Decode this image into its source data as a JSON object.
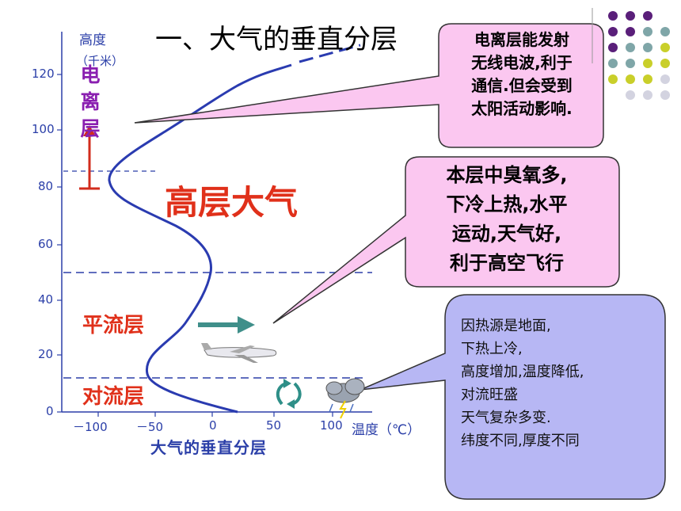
{
  "title": "一、大气的垂直分层",
  "axes": {
    "y_title": "高度",
    "y_unit": "（千米）",
    "y_ticks": [
      "120",
      "100",
      "80",
      "60",
      "40",
      "20",
      "0"
    ],
    "x_ticks": [
      "－100",
      "－50",
      "0",
      "50",
      "100"
    ],
    "x_title": "温度（℃）"
  },
  "caption": "大气的垂直分层",
  "layers": {
    "ionosphere": "电离层",
    "upper": "高层大气",
    "stratosphere": "平流层",
    "troposphere": "对流层"
  },
  "callouts": {
    "ionosphere": [
      "电离层能发射",
      "无线电波,利于",
      "通信.但会受到",
      "太阳活动影响."
    ],
    "stratosphere": [
      "本层中臭氧多,",
      "下冷上热,水平",
      "运动,天气好,",
      "利于高空飞行"
    ],
    "troposphere": [
      "因热源是地面,",
      "下热上冷,",
      "高度增加,温度降低,",
      "对流旺盛",
      "天气复杂多变.",
      "纬度不同,厚度不同"
    ]
  },
  "colors": {
    "curve": "#2a3bb0",
    "label_red": "#e0301a",
    "label_purple": "#8a1fb0",
    "callout_pink": "#fbc7f0",
    "callout_blue": "#b7b7f4"
  }
}
